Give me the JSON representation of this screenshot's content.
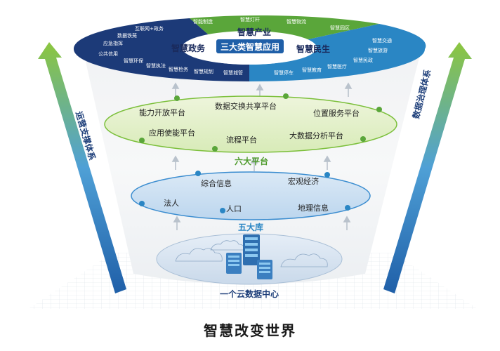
{
  "footer_title": "智慧改变世界",
  "top_ring": {
    "center_label": "三大类智慧应用",
    "segments": {
      "gov": "智慧政务",
      "industry": "智慧产业",
      "livelihood": "智慧民生"
    },
    "gov_items": [
      "互联网+政务",
      "数据铁笼",
      "应急指挥",
      "公共信用",
      "智慧环保",
      "智慧执法",
      "智慧检务",
      "智慧规划",
      "智慧城管"
    ],
    "industry_items": [
      "智能制造",
      "智慧灯杆",
      "智慧物流",
      "智慧园区"
    ],
    "livelihood_items": [
      "智慧交通",
      "智慧旅游",
      "智慧民政",
      "智慧停车",
      "智慧教育",
      "智慧医疗"
    ],
    "colors": {
      "gov": "#1c3a78",
      "industry": "#5aa63a",
      "livelihood": "#2a86c4"
    }
  },
  "platforms": {
    "title": "六大平台",
    "items": [
      "能力开放平台",
      "数据交换共享平台",
      "位置服务平台",
      "应用使能平台",
      "流程平台",
      "大数据分析平台"
    ]
  },
  "databases": {
    "title": "五大库",
    "items": [
      "综合信息",
      "宏观经济",
      "法人",
      "人口",
      "地理信息"
    ]
  },
  "cloud": {
    "title": "一个云数据中心"
  },
  "left_arrow": {
    "label": "运营支撑体系"
  },
  "right_arrow": {
    "label": "数据治理体系"
  }
}
